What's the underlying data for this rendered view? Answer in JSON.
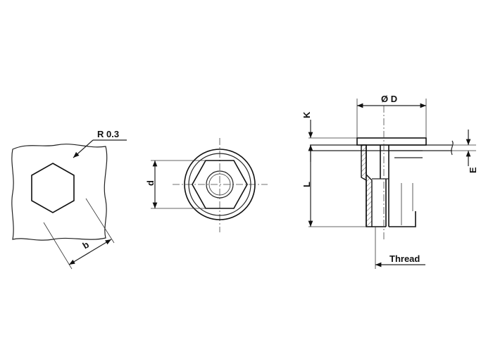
{
  "drawing": {
    "labels": {
      "radius": "R 0.3",
      "hex_width": "b",
      "diameter_d": "d",
      "diameter_D": "Ø D",
      "head_height": "K",
      "length": "L",
      "grip": "E",
      "thread": "Thread"
    },
    "line_color": "#222222",
    "background": "#ffffff"
  }
}
